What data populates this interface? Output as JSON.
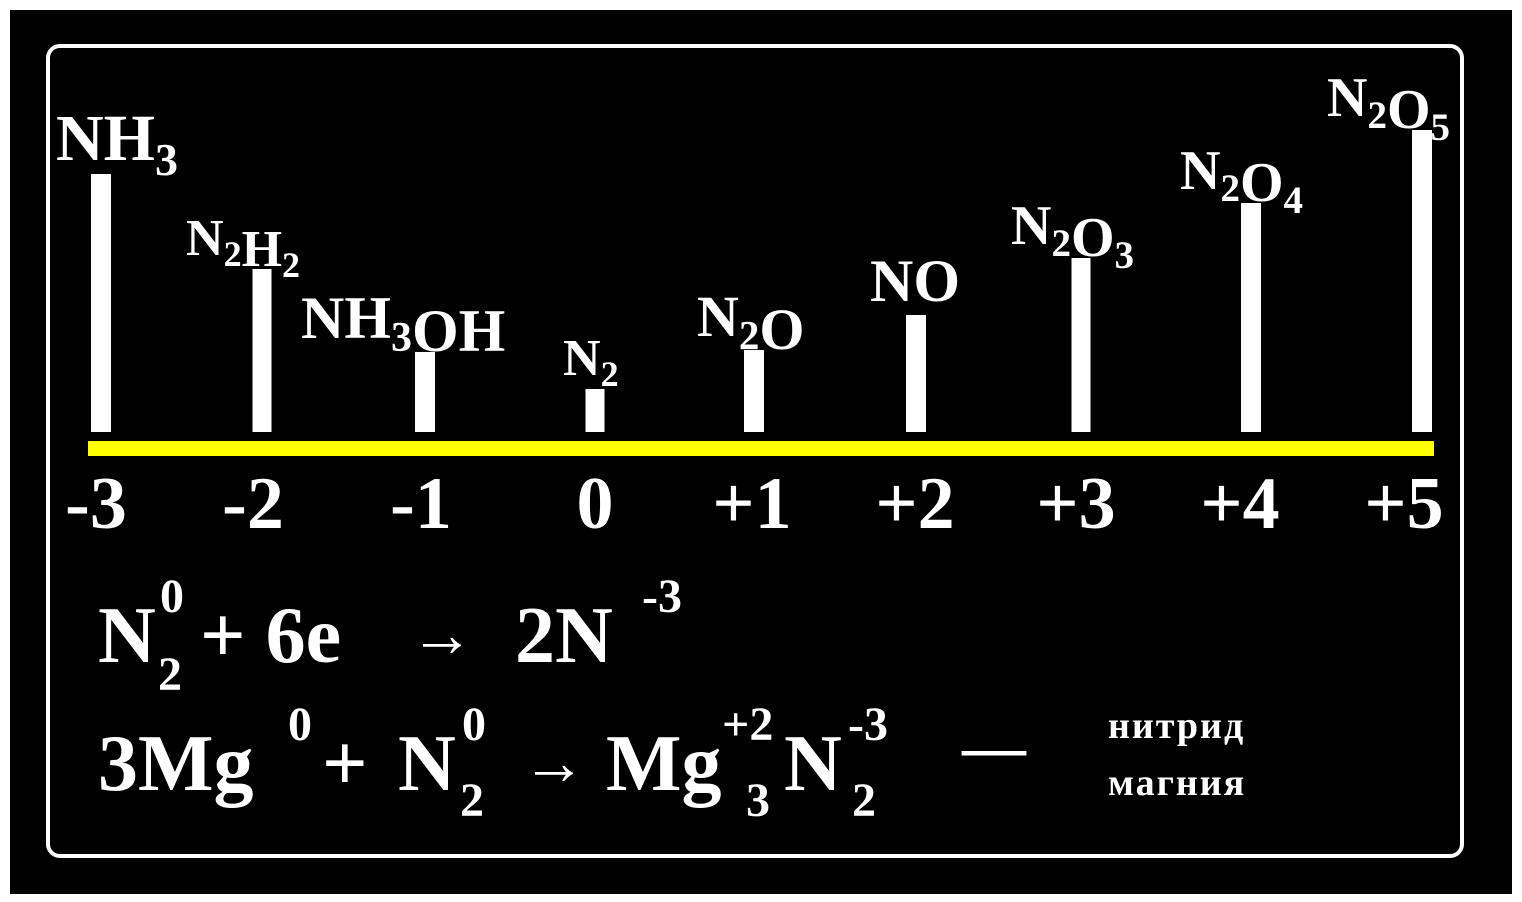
{
  "chart_data": {
    "type": "bar",
    "categories": [
      "-3",
      "-2",
      "-1",
      "0",
      "+1",
      "+2",
      "+3",
      "+4",
      "+5"
    ],
    "compounds": [
      [
        {
          "t": "NH"
        },
        {
          "t": "3",
          "sub": true
        }
      ],
      [
        {
          "t": "N"
        },
        {
          "t": "2",
          "sub": true
        },
        {
          "t": "H"
        },
        {
          "t": "2",
          "sub": true
        }
      ],
      [
        {
          "t": "NH"
        },
        {
          "t": "3",
          "sub": true
        },
        {
          "t": "OH"
        }
      ],
      [
        {
          "t": "N"
        },
        {
          "t": "2",
          "sub": true
        }
      ],
      [
        {
          "t": "N"
        },
        {
          "t": "2",
          "sub": true
        },
        {
          "t": "O"
        }
      ],
      [
        {
          "t": "NO"
        }
      ],
      [
        {
          "t": "N"
        },
        {
          "t": "2",
          "sub": true
        },
        {
          "t": "O"
        },
        {
          "t": "3",
          "sub": true
        }
      ],
      [
        {
          "t": "N"
        },
        {
          "t": "2",
          "sub": true
        },
        {
          "t": "O"
        },
        {
          "t": "4",
          "sub": true
        }
      ],
      [
        {
          "t": "N"
        },
        {
          "t": "2",
          "sub": true
        },
        {
          "t": "O"
        },
        {
          "t": "5",
          "sub": true
        }
      ]
    ],
    "values": [
      258,
      163,
      80,
      43,
      82,
      117,
      174,
      229,
      302
    ],
    "zero_index": 3,
    "colors": {
      "bar": "#ffffff",
      "axis": "#ffff00",
      "zero_label": "#ff0000",
      "text": "#ffffff"
    }
  },
  "equations": {
    "eq1": {
      "n": "N",
      "n_sup": "0",
      "n_sub": "2",
      "plus_6e": "+ 6e",
      "arrow": "→",
      "product": "2N",
      "product_sup": "-3"
    },
    "eq2": {
      "mg": "3Mg",
      "mg_sup": "0",
      "plus": "+",
      "n": "N",
      "n_sup": "0",
      "n_sub": "2",
      "arrow": "→",
      "p_mg": "Mg",
      "p_mg_sup": "+2",
      "p_mg_sub": "3",
      "p_n": "N",
      "p_n_sup": "-3",
      "p_n_sub": "2"
    },
    "dash": "—",
    "note_line1": "нитрид",
    "note_line2": "магния"
  }
}
